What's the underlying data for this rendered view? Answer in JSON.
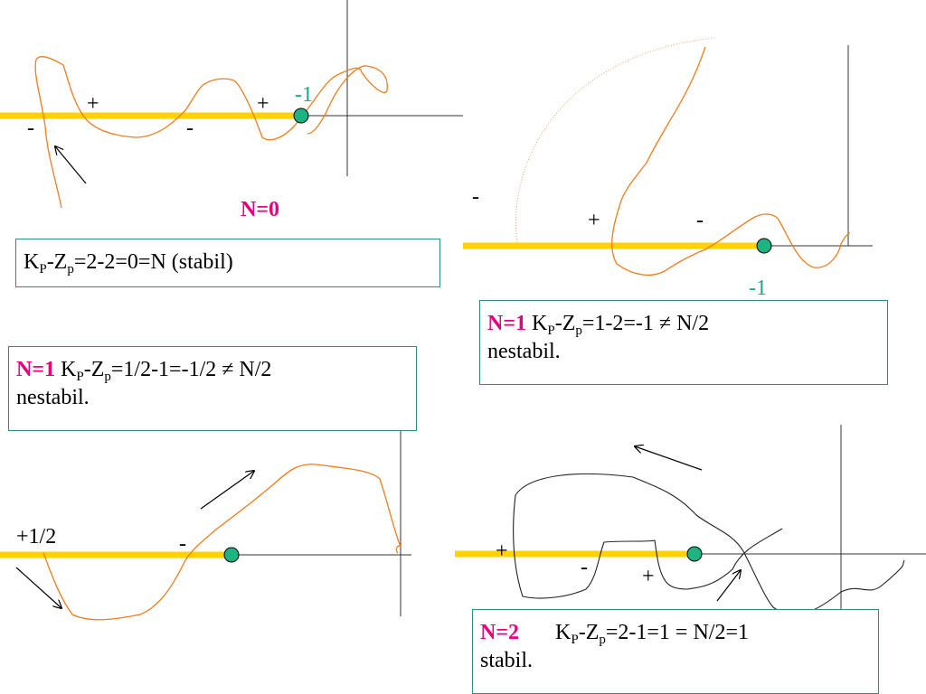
{
  "colors": {
    "axis_strip": "#ffd200",
    "curve": "#f07d1e",
    "point": "#1eb482",
    "accent": "#e6007e",
    "teal": "#1aa68a"
  },
  "panel1": {
    "minus_one": "-1",
    "signs": [
      "+",
      "+",
      "-",
      "-"
    ],
    "n_label": "N=0",
    "box": {
      "k": "K",
      "k_sub": "P",
      "z": "-Z",
      "z_sub": "p",
      "rest": "=2-2=0=N (stabil)"
    }
  },
  "panel2": {
    "minus_one": "-1",
    "signs": [
      "-",
      "+",
      "-"
    ],
    "box": {
      "n": "N=1",
      "k": " K",
      "k_sub": "P",
      "z": "-Z",
      "z_sub": "p",
      "rest": "=1-2=-1 ≠  N/2",
      "line2": "nestabil."
    }
  },
  "panel3": {
    "half_label": "+1/2",
    "sign": "-",
    "box": {
      "n": "N=1",
      "k": " K",
      "k_sub": "P",
      "z": "-Z",
      "z_sub": "p",
      "rest": "=1/2-1=-1/2 ≠ N/2",
      "line2": "nestabil."
    }
  },
  "panel4": {
    "signs": [
      "+",
      "-",
      "+"
    ],
    "box": {
      "n": "N=2",
      "k": "K",
      "k_sub": "P",
      "z": "-Z",
      "z_sub": "p",
      "rest": "=2-1=1 = N/2=1",
      "line2": "stabil."
    }
  }
}
